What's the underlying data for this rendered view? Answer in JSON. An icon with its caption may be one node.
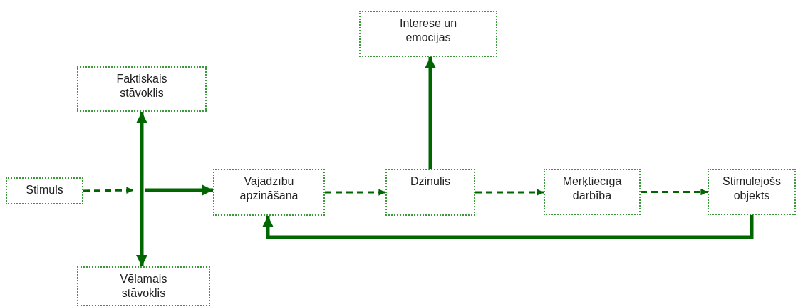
{
  "diagram": {
    "nodes": [
      {
        "text": [
          "Faktiskais stāvoklis"
        ]
      },
      {
        "text": [
          "Stimuls"
        ]
      },
      {
        "text": [
          "Vajadzību apzināšana"
        ]
      },
      {
        "text": [
          "Interese un emocijas"
        ]
      },
      {
        "text": [
          "Dzinulis"
        ]
      },
      {
        "text": [
          "Mērķtiecīga darbība"
        ]
      },
      {
        "text": [
          "Stimulējošs objekts"
        ]
      },
      {
        "text": [
          "Vēlamais stāvoklis"
        ]
      }
    ],
    "edges": [
      {
        "from": 1,
        "to": null,
        "arrow": "to",
        "style": "dashed"
      },
      {
        "from": 0,
        "to": 7,
        "arrow": "both"
      },
      {
        "from": null,
        "to": 2,
        "arrow": "to"
      },
      {
        "from": 2,
        "to": 4,
        "arrow": "to",
        "style": "dashed"
      },
      {
        "from": 4,
        "to": 3,
        "arrow": "to"
      },
      {
        "from": 4,
        "to": 5,
        "arrow": "to",
        "style": "dashed"
      },
      {
        "from": 5,
        "to": 6,
        "arrow": "to",
        "style": "dashed"
      },
      {
        "from": 6,
        "to": 2,
        "arrow": "to"
      }
    ]
  }
}
